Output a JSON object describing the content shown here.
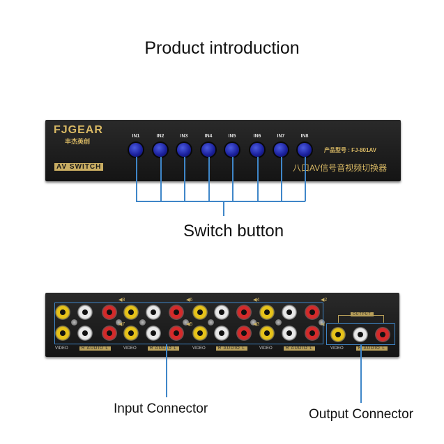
{
  "title": "Product introduction",
  "front": {
    "brand": "FJGEAR",
    "brand_cn": "丰杰英创",
    "badge": "AV SWITCH",
    "model": "产品型号 : FJ-801AV",
    "desc_cn": "八口AV信号音视频切换器",
    "buttons": [
      "IN1",
      "IN2",
      "IN3",
      "IN4",
      "IN5",
      "IN6",
      "IN7",
      "IN8"
    ]
  },
  "switch_caption": "Switch button",
  "back": {
    "video_label": "VIDEO",
    "audio_label": "R  AUDIO  L",
    "output_label": "OUTPUT",
    "top_numbers": [
      "8",
      "6",
      "4",
      "2"
    ],
    "bottom_numbers": [
      "7",
      "5",
      "3",
      ""
    ],
    "colors": {
      "video": "#e6c21a",
      "white": "#e8e8e8",
      "red": "#d42a2a"
    }
  },
  "input_caption": "Input Connector",
  "output_caption": "Output Connector"
}
